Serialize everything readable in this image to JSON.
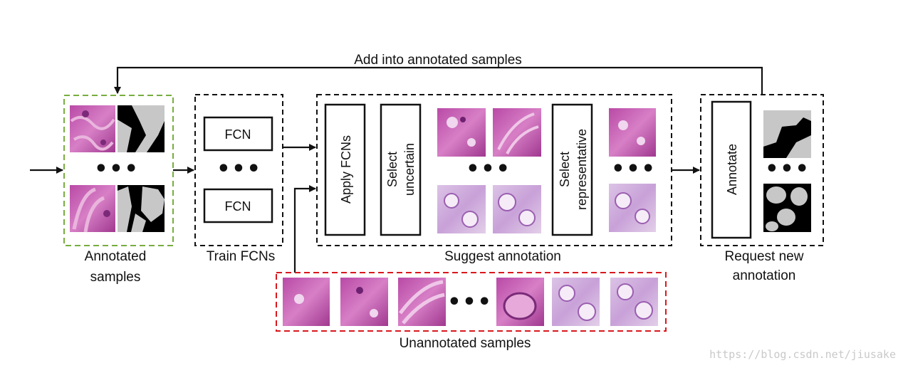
{
  "labels": {
    "feedback": "Add into annotated samples",
    "annotated": [
      "Annotated",
      "samples"
    ],
    "train": "Train FCNs",
    "suggest": "Suggest annotation",
    "request": [
      "Request new",
      "annotation"
    ],
    "unannotated": "Unannotated samples"
  },
  "boxes": {
    "fcn_top": "FCN",
    "fcn_bottom": "FCN",
    "apply": "Apply FCNs",
    "select_uncertain": [
      "Select",
      "uncertain"
    ],
    "select_representative": [
      "Select",
      "representative"
    ],
    "annotate": "Annotate"
  },
  "ellipsis": "•••",
  "watermark": "https://blog.csdn.net/jiusake",
  "colors": {
    "annotated_border": "#77ad3f",
    "unannotated_border": "#d9181d",
    "dashed_border": "#111111",
    "tissue_pink": "#c75bb4",
    "tissue_light": "#d9b8e3",
    "mask_gray": "#c7c7c7"
  }
}
